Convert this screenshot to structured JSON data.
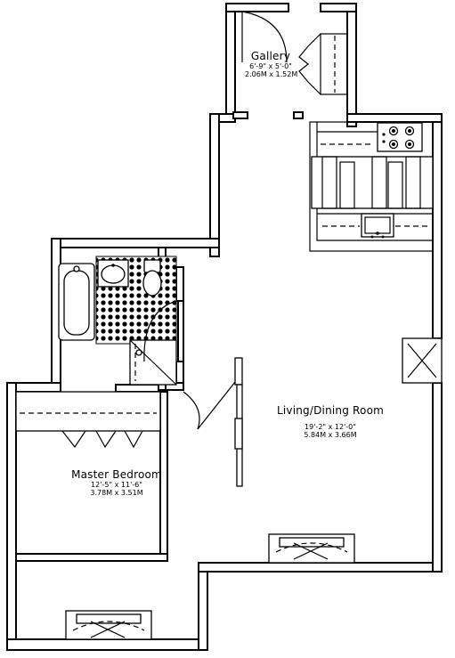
{
  "rooms": {
    "gallery": {
      "name": "Gallery",
      "dim_imperial": "6'-9\" x 5'-0\"",
      "dim_metric": "2.06M x 1.52M"
    },
    "living": {
      "name": "Living/Dining Room",
      "dim_imperial": "19'-2\" x 12'-0\"",
      "dim_metric": "5.84M x 3.66M"
    },
    "bedroom": {
      "name": "Master Bedroom",
      "dim_imperial": "12'-5\" x 11'-6\"",
      "dim_metric": "3.78M x 3.51M"
    }
  }
}
